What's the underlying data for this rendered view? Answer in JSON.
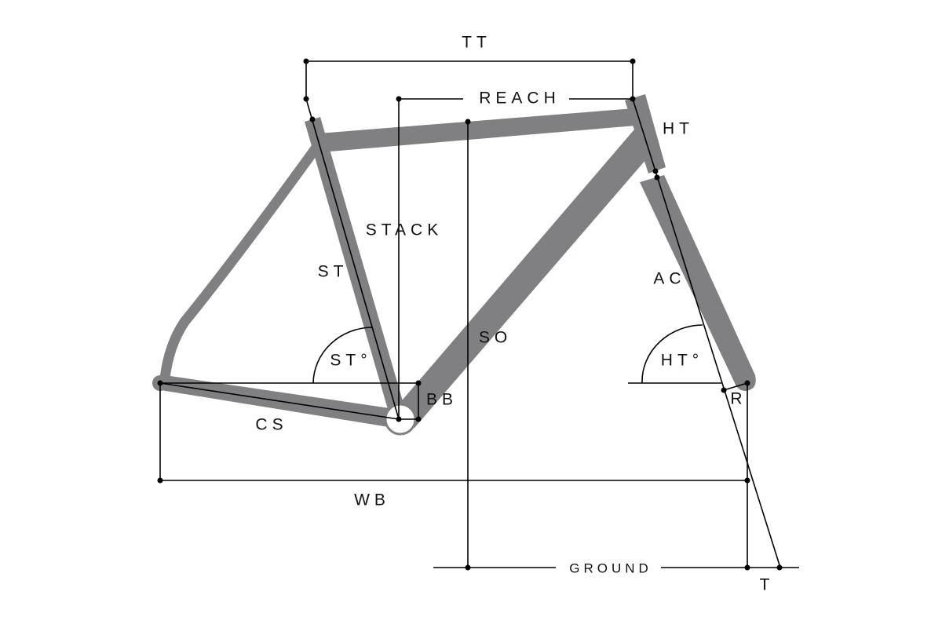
{
  "title": "Frame geometry diagram",
  "colors": {
    "frame": "#808083",
    "lines": "#000000",
    "background": "#ffffff"
  },
  "labels": {
    "tt": "TT",
    "reach": "REACH",
    "ht": "HT",
    "stack": "STACK",
    "st": "ST",
    "so": "SO",
    "ac": "AC",
    "st_angle": "ST°",
    "ht_angle": "HT°",
    "bb": "BB",
    "cs": "CS",
    "wb": "WB",
    "r": "R",
    "ground": "GROUND",
    "t": "T"
  }
}
